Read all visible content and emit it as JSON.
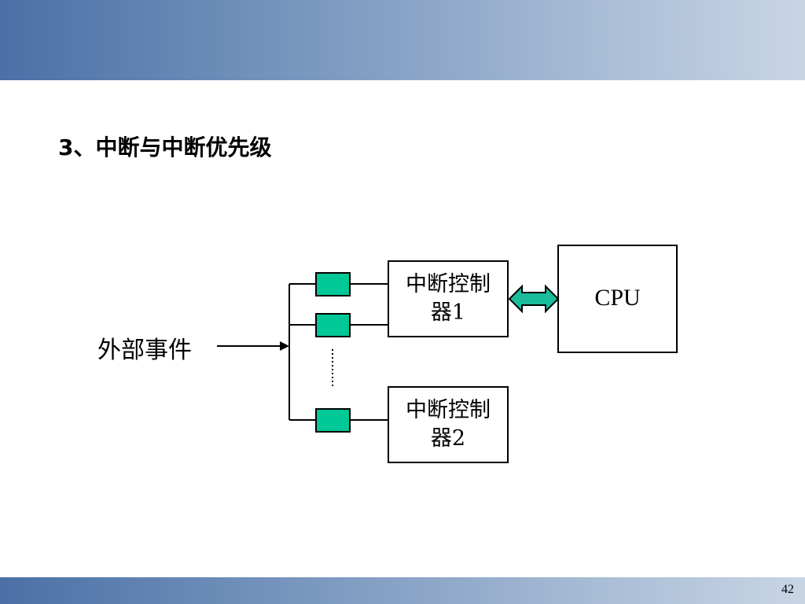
{
  "slide": {
    "title": "3、中断与中断优先级",
    "page_number": "42"
  },
  "diagram": {
    "source_label": "外部事件",
    "controller_1": "中断控制器1",
    "controller_2": "中断控制器2",
    "cpu_label": "CPU"
  },
  "colors": {
    "band_start": "#4a70a6",
    "band_end": "#c8d5e5",
    "latch_fill": "#00c896",
    "arrow_fill": "#1abc9c"
  }
}
